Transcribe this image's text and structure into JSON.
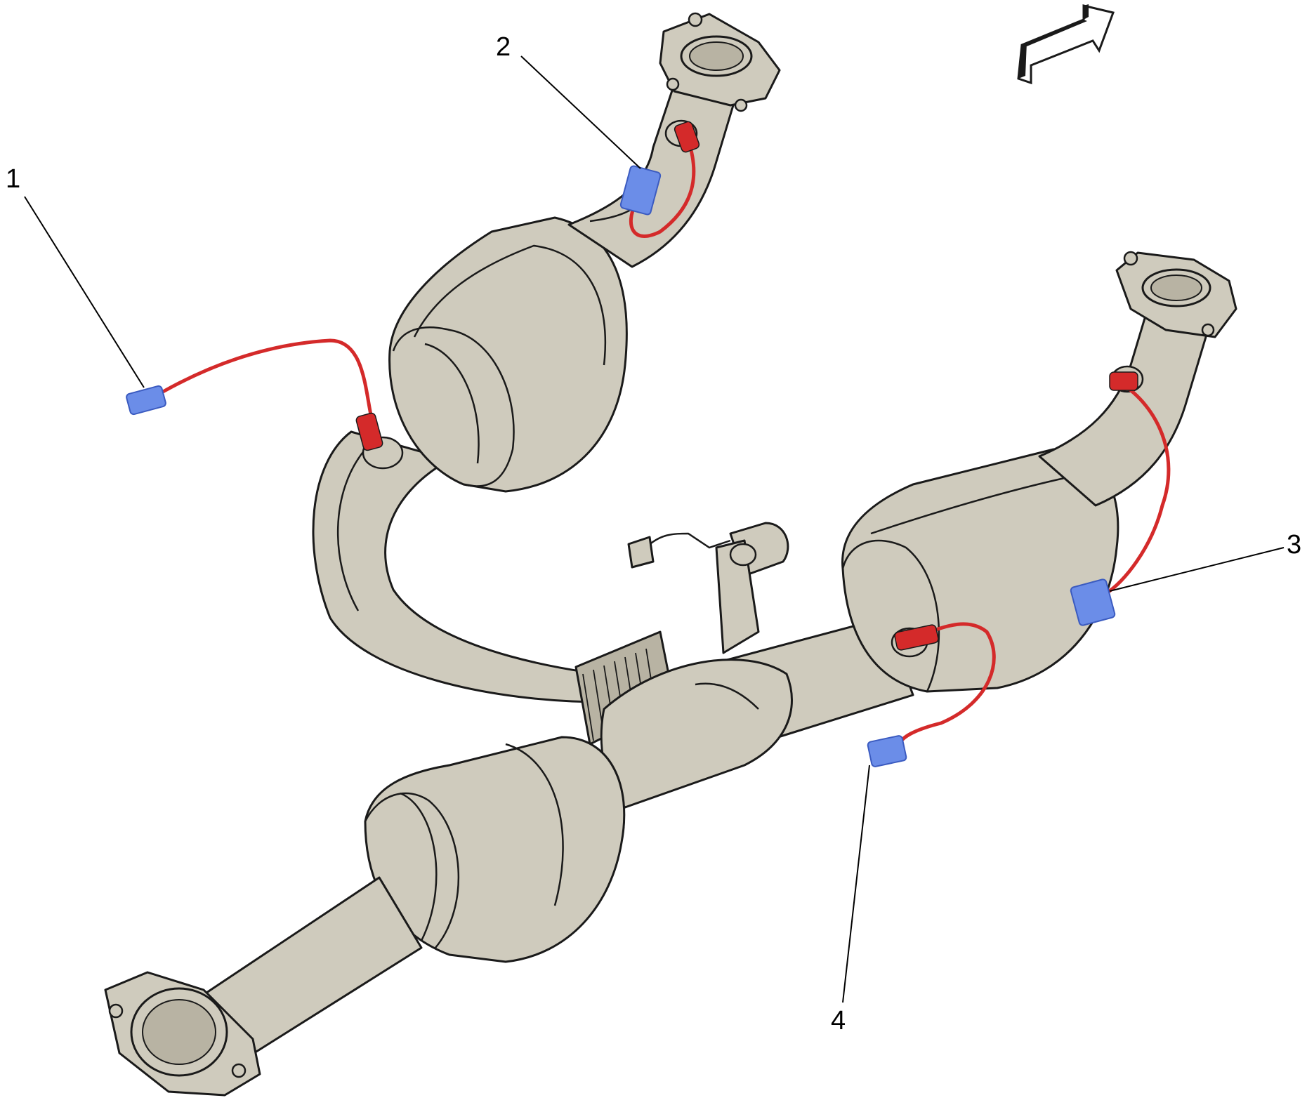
{
  "colors": {
    "background": "#ffffff",
    "metal": "#cfcbbd",
    "metal_dark": "#b8b3a3",
    "outline": "#1a1a1a",
    "sensor_wire": "#d42a2a",
    "connector": "#6b8de8"
  },
  "icons": {
    "direction_arrow": "forward-direction-arrow-icon"
  },
  "callouts": [
    {
      "id": "1",
      "label": "1"
    },
    {
      "id": "2",
      "label": "2"
    },
    {
      "id": "3",
      "label": "3"
    },
    {
      "id": "4",
      "label": "4"
    }
  ]
}
